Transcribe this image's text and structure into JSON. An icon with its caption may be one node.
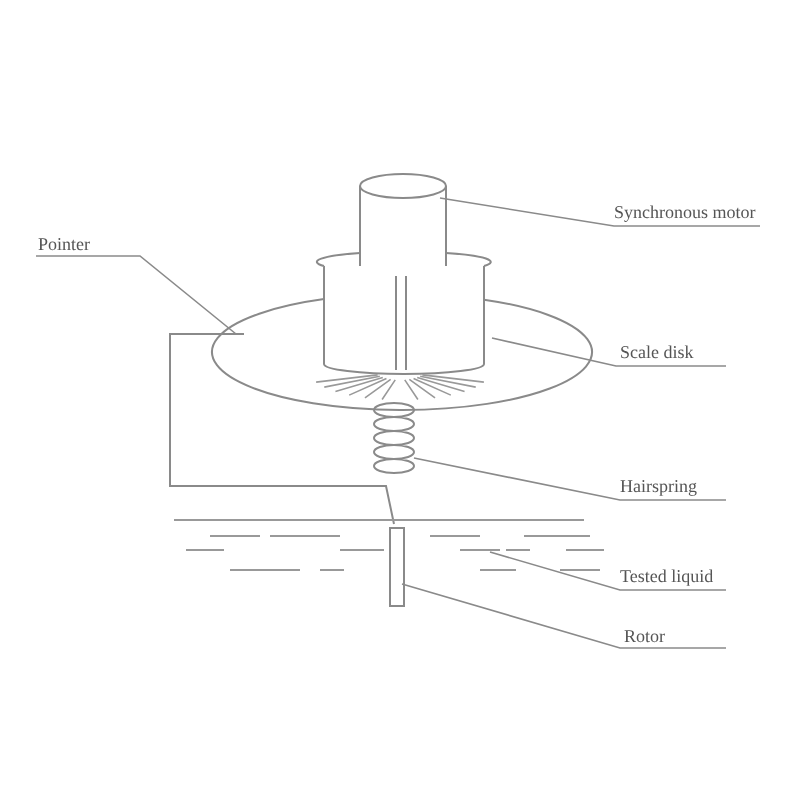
{
  "diagram": {
    "nodes": [
      {
        "text": [
          "Synchronous motor"
        ]
      },
      {
        "text": [
          "Pointer"
        ]
      },
      {
        "text": [
          "Scale disk"
        ]
      },
      {
        "text": [
          "Hairspring"
        ]
      },
      {
        "text": [
          "Tested liquid"
        ]
      },
      {
        "text": [
          "Rotor"
        ]
      },
      {
        "text": [],
        "shape": "cylinder"
      },
      {
        "text": [],
        "shape": "wire"
      },
      {
        "text": [],
        "shape": "disk"
      },
      {
        "text": [],
        "shape": "spring"
      },
      {
        "text": [],
        "shape": "liquid"
      },
      {
        "text": [],
        "shape": "bar"
      }
    ],
    "edges": [
      {
        "from": 0,
        "to": 6,
        "arrow": "none"
      },
      {
        "from": 1,
        "to": 7,
        "arrow": "none"
      },
      {
        "from": 2,
        "to": 8,
        "arrow": "none"
      },
      {
        "from": 3,
        "to": 9,
        "arrow": "none"
      },
      {
        "from": 4,
        "to": 10,
        "arrow": "none"
      },
      {
        "from": 5,
        "to": 11,
        "arrow": "none"
      }
    ]
  }
}
